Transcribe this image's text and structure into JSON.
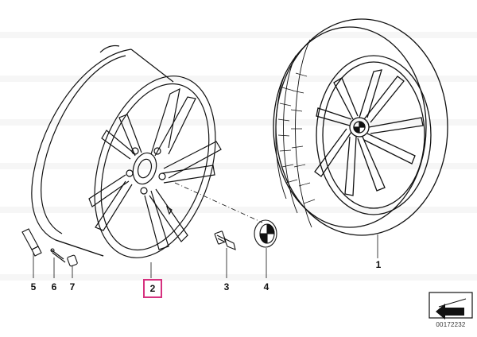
{
  "callouts": {
    "part1": "1",
    "part2": "2",
    "part3": "3",
    "part4": "4",
    "part5": "5",
    "part6": "6",
    "part7": "7"
  },
  "highlight_color": "#d6317f",
  "reference_number": "00172232",
  "icons": {
    "orientation": "arrow-icon"
  }
}
